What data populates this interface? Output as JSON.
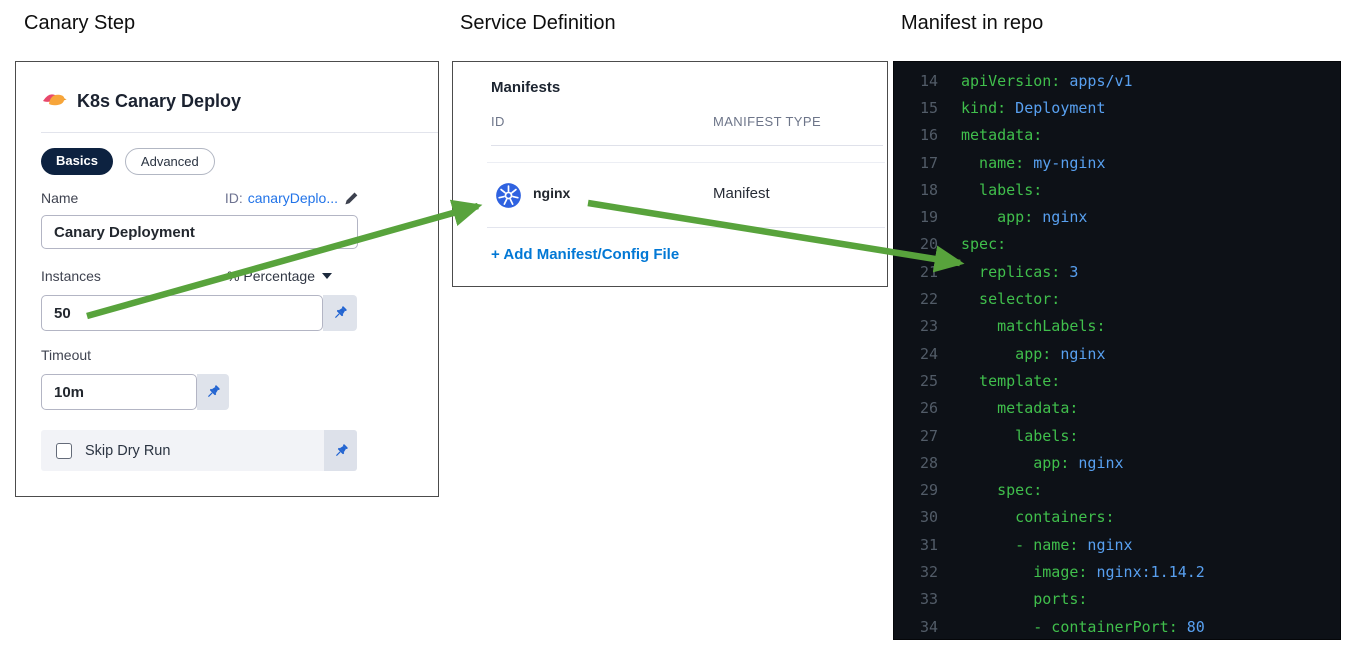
{
  "titles": {
    "canary": "Canary Step",
    "service": "Service Definition",
    "manifest": "Manifest in repo"
  },
  "canary_panel": {
    "header": {
      "title": "K8s Canary Deploy",
      "icon": "canary-bird-icon"
    },
    "tabs": [
      {
        "label": "Basics",
        "active": true
      },
      {
        "label": "Advanced",
        "active": false
      }
    ],
    "name_field": {
      "label": "Name",
      "id_prefix": "ID:",
      "id_value": "canaryDeplo...",
      "value": "Canary Deployment"
    },
    "instances_field": {
      "label": "Instances",
      "unit_selector": "% Percentage",
      "value": "50"
    },
    "timeout_field": {
      "label": "Timeout",
      "value": "10m"
    },
    "skip_dry_run": {
      "label": "Skip Dry Run",
      "checked": false
    }
  },
  "service_panel": {
    "section_title": "Manifests",
    "columns": [
      "ID",
      "MANIFEST TYPE"
    ],
    "rows": [
      {
        "id": "nginx",
        "type": "Manifest",
        "icon": "kubernetes-icon"
      }
    ],
    "add_link": "+ Add Manifest/Config File"
  },
  "code_panel": {
    "language": "yaml",
    "lines": [
      {
        "n": 14,
        "indent": 0,
        "k": "apiVersion:",
        "v": "apps/v1"
      },
      {
        "n": 15,
        "indent": 0,
        "k": "kind:",
        "v": "Deployment"
      },
      {
        "n": 16,
        "indent": 0,
        "k": "metadata:",
        "v": ""
      },
      {
        "n": 17,
        "indent": 2,
        "k": "name:",
        "v": "my-nginx"
      },
      {
        "n": 18,
        "indent": 2,
        "k": "labels:",
        "v": ""
      },
      {
        "n": 19,
        "indent": 4,
        "k": "app:",
        "v": "nginx"
      },
      {
        "n": 20,
        "indent": 0,
        "k": "spec:",
        "v": ""
      },
      {
        "n": 21,
        "indent": 2,
        "k": "replicas:",
        "v": "3"
      },
      {
        "n": 22,
        "indent": 2,
        "k": "selector:",
        "v": ""
      },
      {
        "n": 23,
        "indent": 4,
        "k": "matchLabels:",
        "v": ""
      },
      {
        "n": 24,
        "indent": 6,
        "k": "app:",
        "v": "nginx"
      },
      {
        "n": 25,
        "indent": 2,
        "k": "template:",
        "v": ""
      },
      {
        "n": 26,
        "indent": 4,
        "k": "metadata:",
        "v": ""
      },
      {
        "n": 27,
        "indent": 6,
        "k": "labels:",
        "v": ""
      },
      {
        "n": 28,
        "indent": 8,
        "k": "app:",
        "v": "nginx"
      },
      {
        "n": 29,
        "indent": 4,
        "k": "spec:",
        "v": ""
      },
      {
        "n": 30,
        "indent": 6,
        "k": "containers:",
        "v": ""
      },
      {
        "n": 31,
        "indent": 6,
        "k": "- name:",
        "v": "nginx"
      },
      {
        "n": 32,
        "indent": 8,
        "k": "image:",
        "v": "nginx:1.14.2"
      },
      {
        "n": 33,
        "indent": 8,
        "k": "ports:",
        "v": ""
      },
      {
        "n": 34,
        "indent": 8,
        "k": "- containerPort:",
        "v": "80"
      }
    ]
  },
  "colors": {
    "link_blue": "#0278d5",
    "id_link_blue": "#2173e8",
    "tab_active_navy": "#0d2240",
    "pin_blue": "#2264d1",
    "kubernetes_blue": "#2f62e0",
    "arrow_green": "#58a33c",
    "code_bg": "#0d1117",
    "code_key_green": "#40bf4c",
    "code_value_blue": "#58a0f0",
    "code_line_number": "#525c68"
  }
}
